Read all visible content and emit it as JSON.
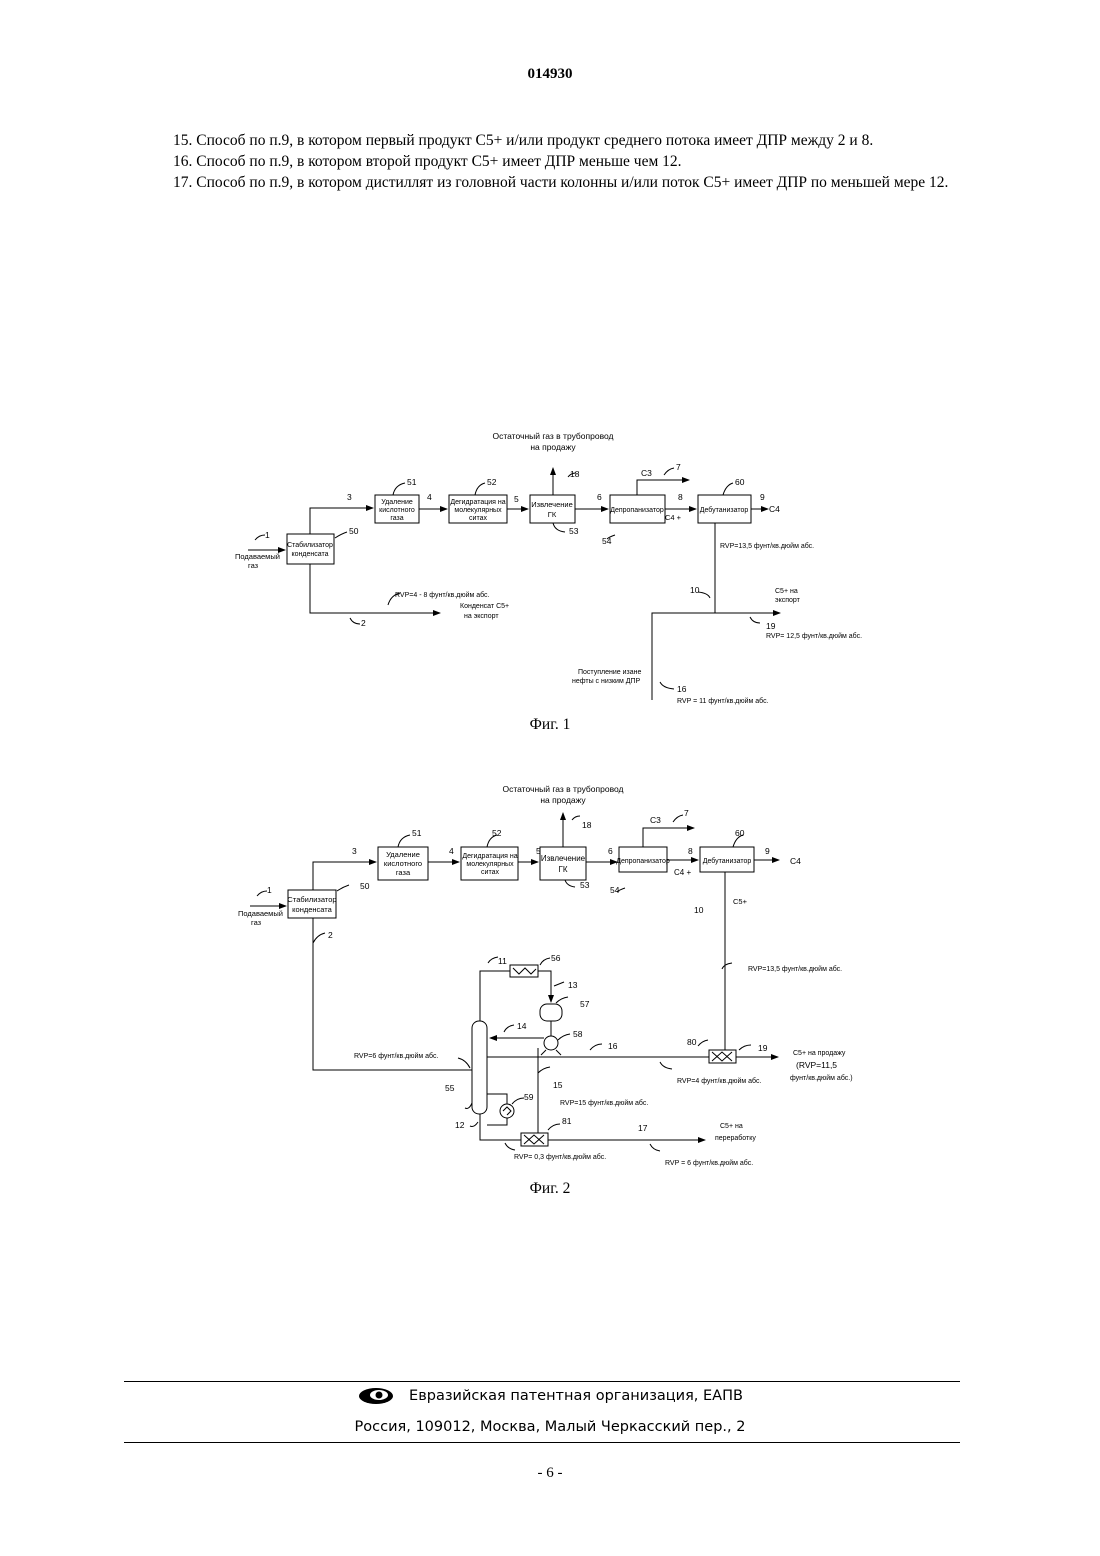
{
  "header": {
    "patent_number": "014930"
  },
  "claims": [
    "15. Способ по п.9, в котором первый продукт C5+ и/или продукт среднего потока имеет ДПР между 2 и 8.",
    "16. Способ по п.9, в котором второй продукт C5+ имеет ДПР меньше чем 12.",
    "17. Способ по п.9, в котором дистиллят из головной части колонны и/или поток C5+ имеет ДПР по меньшей мере 12."
  ],
  "fig1": {
    "caption": "Фиг. 1",
    "labels": {
      "residual_gas_1": "Остаточный газ в трубопровод",
      "residual_gas_2": "на продажу",
      "feed_gas_1": "Подаваемый",
      "feed_gas_2": "газ",
      "stabilizer_1": "Стабилизатор",
      "stabilizer_2": "конденсата",
      "acid_1": "Удаление",
      "acid_2": "кислотного",
      "acid_3": "газа",
      "dehyd_1": "Дегидратация на",
      "dehyd_2": "молекулярных",
      "dehyd_3": "ситах",
      "ngl_1": "Извлечение",
      "ngl_2": "ГК",
      "depropanizer": "Депропанизатор",
      "debutanizer": "Дебутанизатор",
      "c3": "C3",
      "c4": "C4",
      "c4plus": "C4 +",
      "rvp_13_5": "RVP=13,5 фунт/кв.дюйм абс.",
      "rvp_4_8": "RVP=4 - 8  фунт/кв.дюйм абс.",
      "cond_export_1": "Конденсат C5+",
      "cond_export_2": "на экспорт",
      "c5_export_1": "C5+ на",
      "c5_export_2": "экспорт",
      "rvp_12_5": "RVP= 12,5 фунт/кв.дюйм абс.",
      "crude_1": "Поступление изане",
      "crude_2": "нефты с низким ДПР",
      "rvp_11": "RVP = 11 фунт/кв.дюйм абс.",
      "n1": "1",
      "n2": "2",
      "n3": "3",
      "n4": "4",
      "n5": "5",
      "n6": "6",
      "n7": "7",
      "n8": "8",
      "n9": "9",
      "n10": "10",
      "n16": "16",
      "n18": "18",
      "n19": "19",
      "n50": "50",
      "n51": "51",
      "n52": "52",
      "n53": "53",
      "n54": "54",
      "n60": "60"
    }
  },
  "fig2": {
    "caption": "Фиг. 2",
    "labels": {
      "residual_gas_1": "Остаточный газ в трубопровод",
      "residual_gas_2": "на продажу",
      "feed_gas_1": "Подаваемый",
      "feed_gas_2": "газ",
      "stabilizer_1": "Стабилизатор",
      "stabilizer_2": "конденсата",
      "acid_1": "Удаление",
      "acid_2": "кислотного",
      "acid_3": "газа",
      "dehyd_1": "Дегидратация на",
      "dehyd_2": "молекулярных",
      "dehyd_3": "ситах",
      "ngl_1": "Извлечение",
      "ngl_2": "ГК",
      "depropanizer": "Депропанизатор",
      "debutanizer": "Дебутанизатор",
      "c3": "C3",
      "c4": "C4",
      "c4plus": "C4 +",
      "c5plus": "C5+",
      "rvp_13_5": "RVP=13,5 фунт/кв.дюйм абс.",
      "rvp_6": "RVP=6 фунт/кв.дюйм абс.",
      "rvp_4": "RVP=4 фунт/кв.дюйм абс.",
      "rvp_15": "RVP=15 фунт/кв.дюйм абс.",
      "rvp_0_3": "RVP= 0,3 фунт/кв.дюйм абс.",
      "rvp_6b": "RVP = 6 фунт/кв.дюйм абс.",
      "sale_1": "C5+ на продажу",
      "sale_2": "(RVP=11,5",
      "sale_3": "фунт/кв.дюйм абс.)",
      "proc_1": "C5+ на",
      "proc_2": "переработку",
      "n1": "1",
      "n2": "2",
      "n3": "3",
      "n4": "4",
      "n5": "5",
      "n6": "6",
      "n7": "7",
      "n8": "8",
      "n9": "9",
      "n10": "10",
      "n11": "11",
      "n12": "12",
      "n13": "13",
      "n14": "14",
      "n15": "15",
      "n16": "16",
      "n17": "17",
      "n18": "18",
      "n19": "19",
      "n50": "50",
      "n51": "51",
      "n52": "52",
      "n53": "53",
      "n54": "54",
      "n55": "55",
      "n56": "56",
      "n57": "57",
      "n58": "58",
      "n59": "59",
      "n60": "60",
      "n80": "80",
      "n81": "81"
    }
  },
  "footer": {
    "organization": "Евразийская патентная организация, ЕАПВ",
    "address": "Россия, 109012, Москва, Малый Черкасский пер., 2",
    "page": "- 6 -"
  }
}
